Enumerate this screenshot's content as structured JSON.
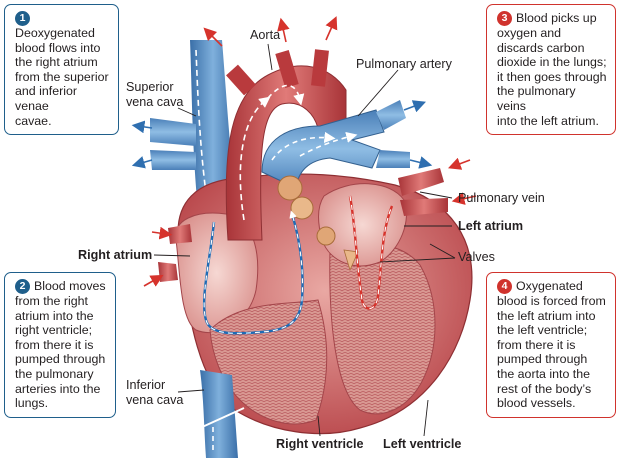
{
  "labels": {
    "aorta": "Aorta",
    "superior_vena_cava_line1": "Superior",
    "superior_vena_cava_line2": "vena cava",
    "pulmonary_artery": "Pulmonary artery",
    "pulmonary_vein": "Pulmonary vein",
    "left_atrium": "Left atrium",
    "right_atrium": "Right atrium",
    "valves": "Valves",
    "inferior_vena_cava_line1": "Inferior",
    "inferior_vena_cava_line2": "vena cava",
    "right_ventricle": "Right ventricle",
    "left_ventricle": "Left ventricle"
  },
  "steps": [
    {
      "number": "1",
      "lines": [
        "Deoxygenated",
        "blood flows into",
        "the right atrium",
        "from the superior",
        "and inferior venae",
        "cavae."
      ]
    },
    {
      "number": "2",
      "lines": [
        "Blood moves",
        "from the right",
        "atrium into the",
        "right ventricle;",
        "from there it is",
        "pumped through",
        "the pulmonary",
        "arteries into the",
        "lungs."
      ]
    },
    {
      "number": "3",
      "lines": [
        "Blood picks up",
        "oxygen and",
        "discards carbon",
        "dioxide in the lungs;",
        "it then goes through",
        "the pulmonary veins",
        "into the left atrium."
      ]
    },
    {
      "number": "4",
      "lines": [
        "Oxygenated",
        "blood is forced from",
        "the left atrium into",
        "the left ventricle;",
        "from there it is",
        "pumped through",
        "the aorta into the",
        "rest of the body’s",
        "blood vessels."
      ]
    }
  ],
  "colors": {
    "deoxygenated": "#5b8fc4",
    "oxygenated": "#c84a4b",
    "heart_muscle": "#c75a5a",
    "chamber_wall": "#e8b7b3",
    "valve": "#e0a676",
    "box_blue": "#1f5f8b",
    "box_red": "#d0332d"
  }
}
